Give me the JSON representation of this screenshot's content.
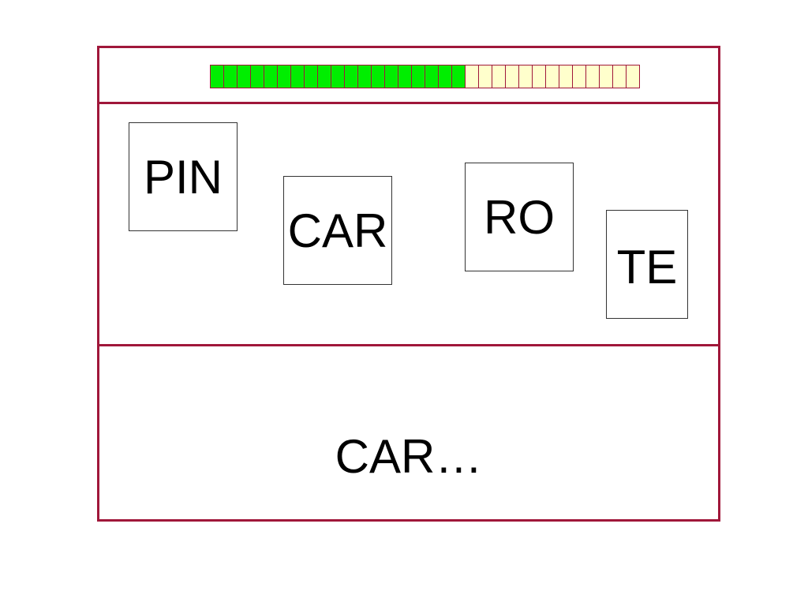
{
  "colors": {
    "frame": "#a0173a",
    "progress_filled": "#00ee00",
    "progress_empty": "#ffffcc",
    "text": "#000000"
  },
  "progress": {
    "total_cells": 32,
    "filled_cells": 19
  },
  "tiles": [
    {
      "label": "PIN"
    },
    {
      "label": "CAR"
    },
    {
      "label": "RO"
    },
    {
      "label": "TE"
    }
  ],
  "answer": {
    "text": "CAR…"
  }
}
